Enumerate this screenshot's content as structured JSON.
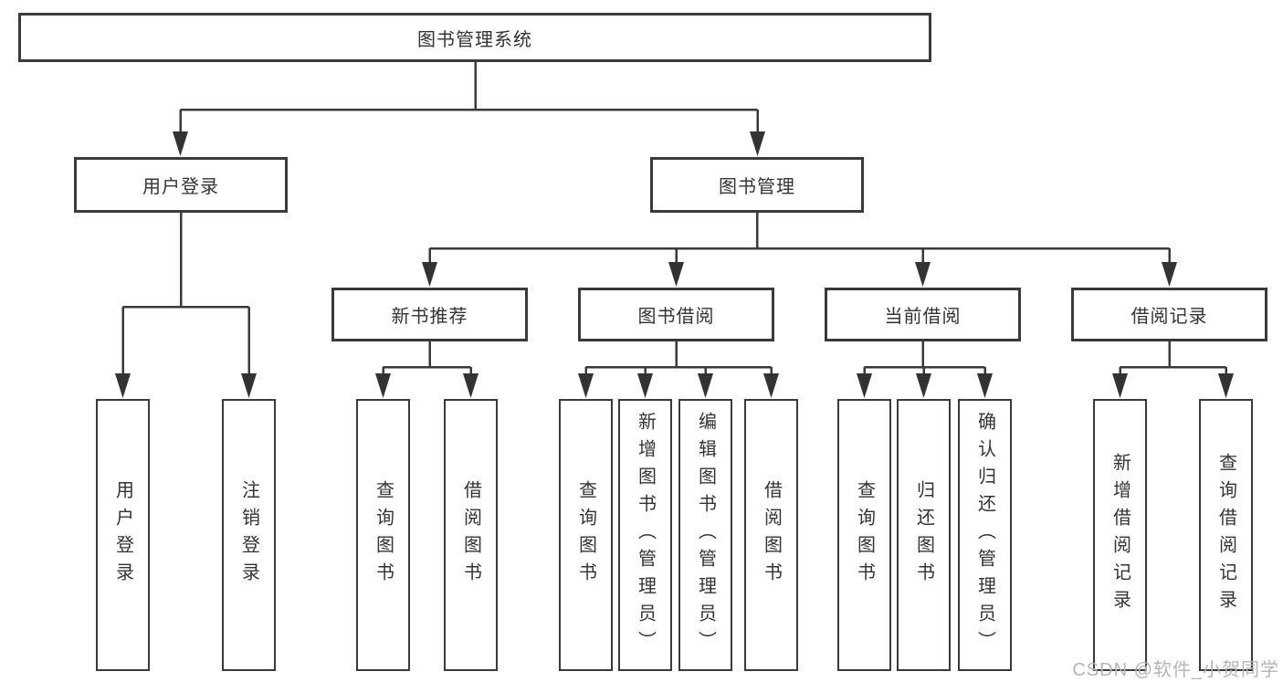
{
  "diagram": {
    "title": "图书管理系统",
    "level2": {
      "user_login": "用户登录",
      "book_management": "图书管理"
    },
    "level3": {
      "new_book_recommend": "新书推荐",
      "book_borrow": "图书借阅",
      "current_borrow": "当前借阅",
      "borrow_records": "借阅记录"
    },
    "leaves": {
      "user_login_children": [
        "用户登录",
        "注销登录"
      ],
      "new_book_children": [
        "查询图书",
        "借阅图书"
      ],
      "book_borrow_children": [
        "查询图书",
        "新增图书（管理员）",
        "编辑图书（管理员）",
        "借阅图书"
      ],
      "current_borrow_children": [
        "查询图书",
        "归还图书",
        "确认归还（管理员）"
      ],
      "borrow_records_children": [
        "新增借阅记录",
        "查询借阅记录"
      ]
    }
  },
  "watermark": "CSDN @软件_小贺同学",
  "colors": {
    "line": "#3a3a3a",
    "text": "#333333",
    "background": "#ffffff",
    "watermark": "#b5b5b5"
  }
}
